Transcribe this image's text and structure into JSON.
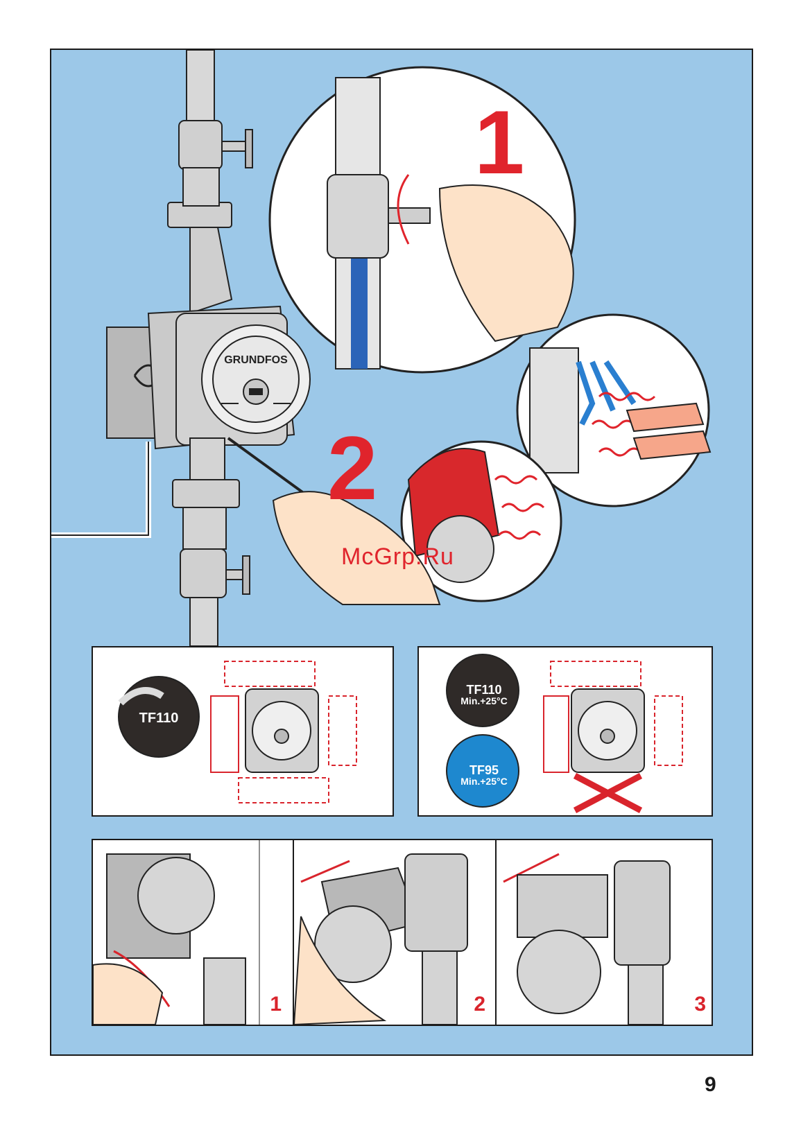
{
  "hero": {
    "step1_label": "1",
    "step2_label": "2",
    "brand_label": "GRUNDFOS",
    "watermark": "McGrp.Ru"
  },
  "panels": {
    "left": {
      "badge": {
        "model": "TF110"
      }
    },
    "right": {
      "badge_dark": {
        "model": "TF110",
        "min_temp": "Min.+25°C"
      },
      "badge_blue": {
        "model": "TF95",
        "min_temp": "Min.+25°C"
      }
    }
  },
  "steps": [
    {
      "label": "1"
    },
    {
      "label": "2"
    },
    {
      "label": "3"
    }
  ],
  "page_number": "9",
  "colors": {
    "background_blue": "#9cc8e8",
    "accent_red": "#e0242c",
    "pump_grey": "#c8c8c8",
    "badge_dark": "#2f2a28",
    "badge_blue": "#1e88cf"
  }
}
